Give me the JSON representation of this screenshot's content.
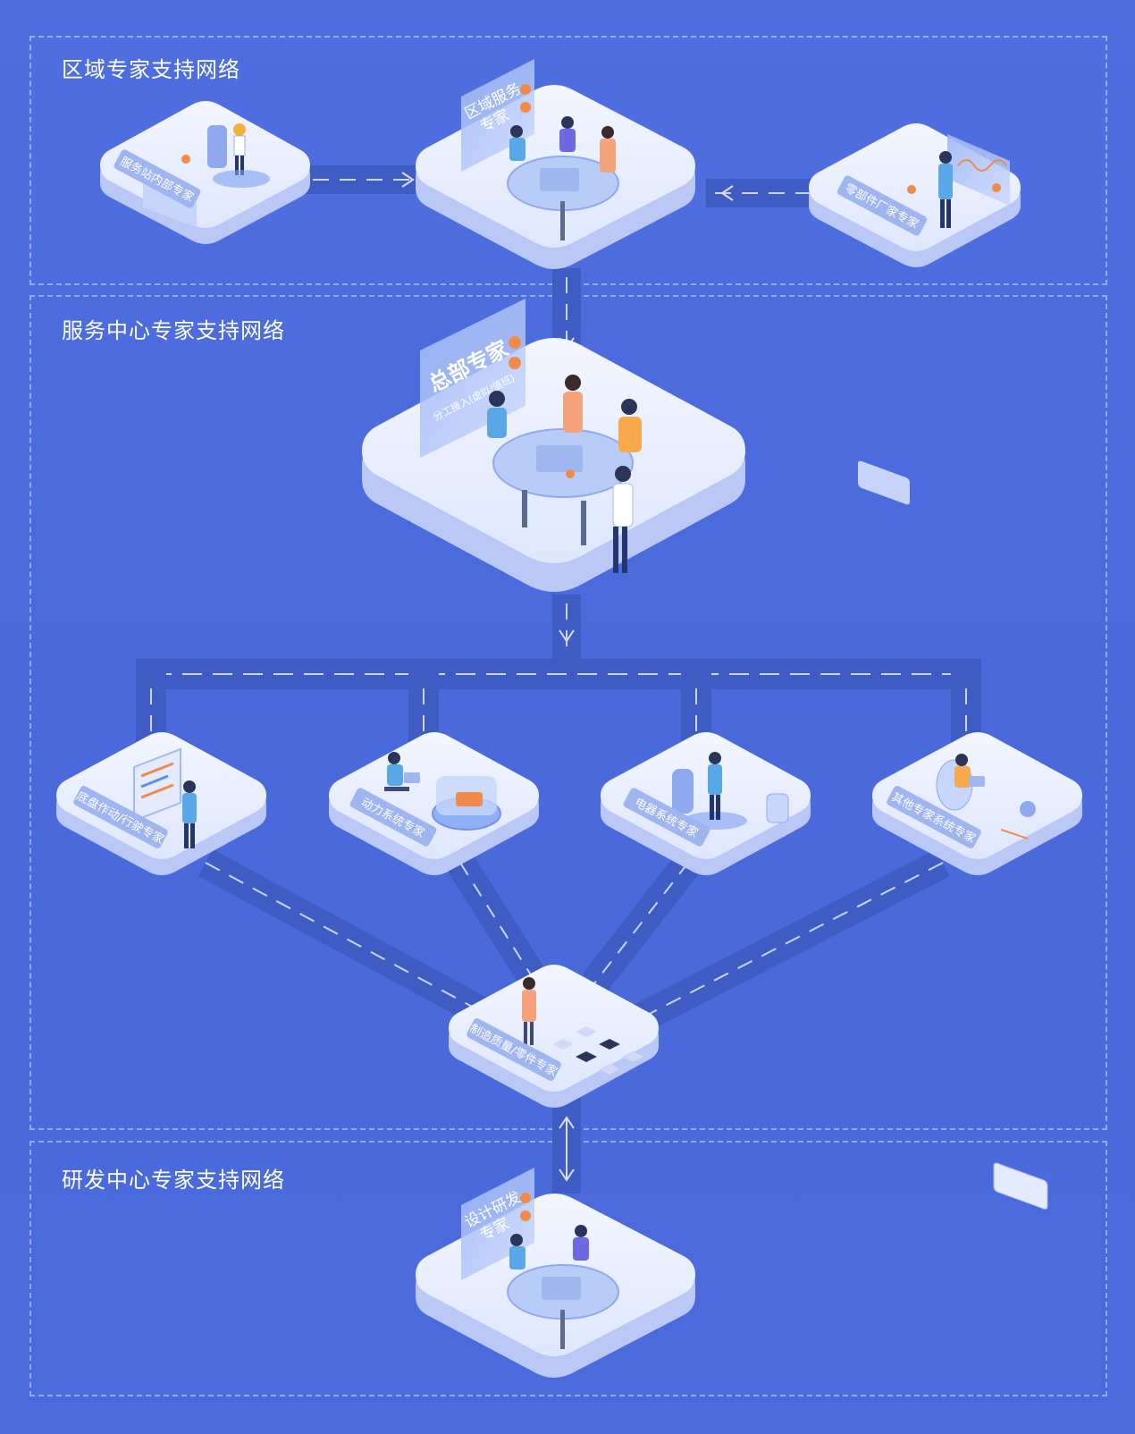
{
  "sections": [
    {
      "title": "区域专家支持网络"
    },
    {
      "title": "服务中心专家支持网络"
    },
    {
      "title": "研发中心专家支持网络"
    }
  ],
  "nodes": {
    "station_expert": {
      "label": "服务站内部专家"
    },
    "regional_expert": {
      "sign": "区域服务专家",
      "sign_line1": "区域服务",
      "sign_line2": "专家"
    },
    "supplier_expert": {
      "label": "零部件厂家专家"
    },
    "hq_expert": {
      "sign": "总部专家",
      "sign_sub": "分工接入(虚拟/值班)"
    },
    "chassis_expert": {
      "label": "底盘作动/行驶专家"
    },
    "power_expert": {
      "label": "动力系统专家"
    },
    "electrical_expert": {
      "label": "电器系统专家"
    },
    "other_expert": {
      "label": "其他专家系统专家"
    },
    "quality_expert": {
      "label": "制造质量/零件专家"
    },
    "design_expert": {
      "sign": "设计研发专家",
      "sign_line1": "设计研发",
      "sign_line2": "专家"
    }
  },
  "colors": {
    "background": "#4f6fe0",
    "platform_top": "#e9efff",
    "platform_side": "#b9c8f5",
    "road": "#3f5bc4",
    "road_dash": "#c9d6ff",
    "accent_orange": "#f08a4b",
    "accent_blue": "#5a8ff0"
  }
}
